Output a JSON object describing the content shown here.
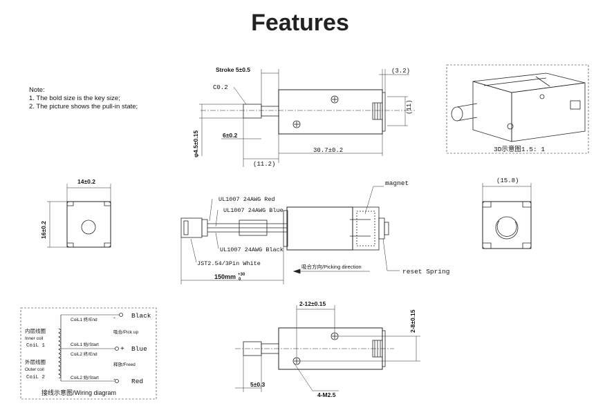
{
  "title": "Features",
  "notes": [
    "Note:",
    "1. The bold size is the key size;",
    "2. The picture shows the pull-in state;"
  ],
  "top_view": {
    "stroke": "Stroke 5±0.5",
    "chamfer": "C0.2",
    "flange": "(3.2)",
    "height": "(11)",
    "plunger_dia": "φ4.5±0.15",
    "plunger_len": "6±0.2",
    "offset": "(11.2)",
    "body_len": "30.7±0.2"
  },
  "iso": {
    "caption": "3D示意图1.5: 1"
  },
  "end_view": {
    "width": "14±0.2",
    "height": "16±0.2"
  },
  "side_view": {
    "wire_red": "UL1007 24AWG Red",
    "wire_blue": "UL1007 24AWG Blue",
    "wire_black": "UL1007 24AWG Black",
    "connector": "JST2.54/3Pin White",
    "magnet": "magnet",
    "spring": "reset Spring",
    "direction": "吸合方向/Picking direction",
    "lead_len": "150mm",
    "lead_tol_plus": "+30",
    "lead_tol_minus": "0"
  },
  "right_end_view": {
    "width": "(15.8)"
  },
  "wiring": {
    "caption": "接线示意图/Wiring diagram",
    "black": "Black",
    "blue": "Blue",
    "red": "Red",
    "plus": "+",
    "minus": "-",
    "coil1_end": "CoiL1 终/End",
    "coil1_start": "CoiL1 始/Start",
    "coil2_end": "CoiL2 终/End",
    "coil2_start": "CoiL2 始/Start",
    "pick_up": "吸合/Pick up",
    "freed": "释放/Freed",
    "inner_cn": "内层线圈",
    "inner_en": "Inner coil",
    "inner_id": "CoiL 1",
    "outer_cn": "外层线圈",
    "outer_en": "Outer coil",
    "outer_id": "CoiL 2"
  },
  "bottom_view": {
    "hole_spacing_x": "2-12±0.15",
    "hole_spacing_y": "2-8±0.15",
    "plunger_len": "5±0.3",
    "threads": "4-M2.5"
  }
}
